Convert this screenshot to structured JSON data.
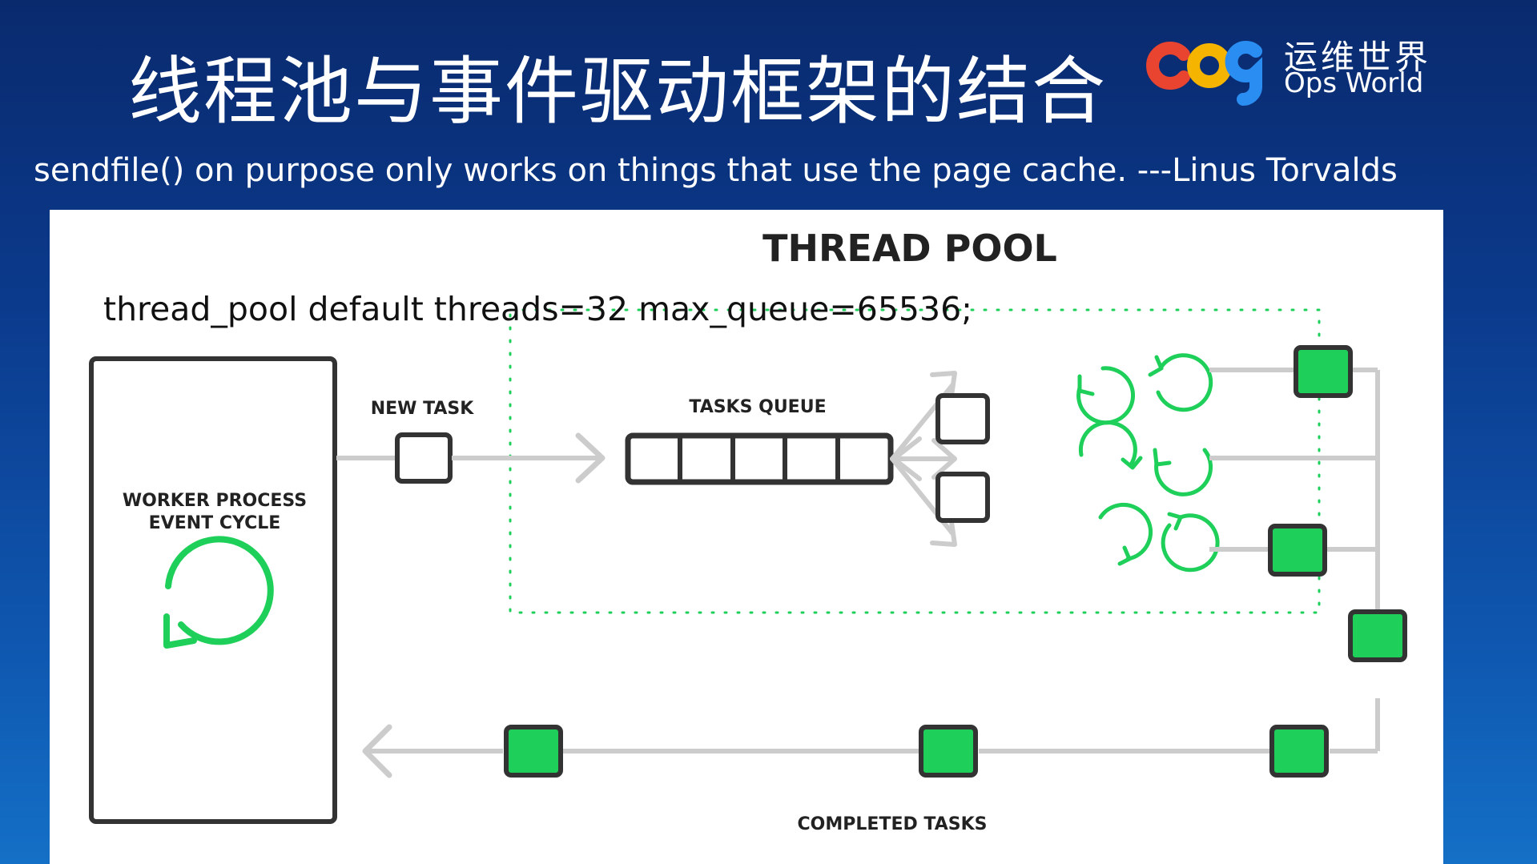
{
  "slide": {
    "title": "线程池与事件驱动框架的结合",
    "subtitle": "sendfile() on purpose only works on things that use the page cache. ---Linus Torvalds"
  },
  "logo": {
    "chinese": "运维世界",
    "english": "Ops World",
    "mark_colors": [
      "#e8442f",
      "#f4b400",
      "#2a8df2"
    ]
  },
  "diagram": {
    "heading": "THREAD POOL",
    "config_line": "thread_pool default threads=32 max_queue=65536;",
    "worker_process_line1": "WORKER PROCESS",
    "worker_process_line2": "EVENT CYCLE",
    "new_task": "NEW TASK",
    "tasks_queue": "TASKS QUEUE",
    "completed_tasks": "COMPLETED TASKS",
    "queue_slot_count": 5,
    "thread_count": 6,
    "colors": {
      "accent_green": "#1ecf5a",
      "box_stroke": "#333333",
      "connector_gray": "#cccccc",
      "pool_border": "#1ecf5a"
    }
  }
}
